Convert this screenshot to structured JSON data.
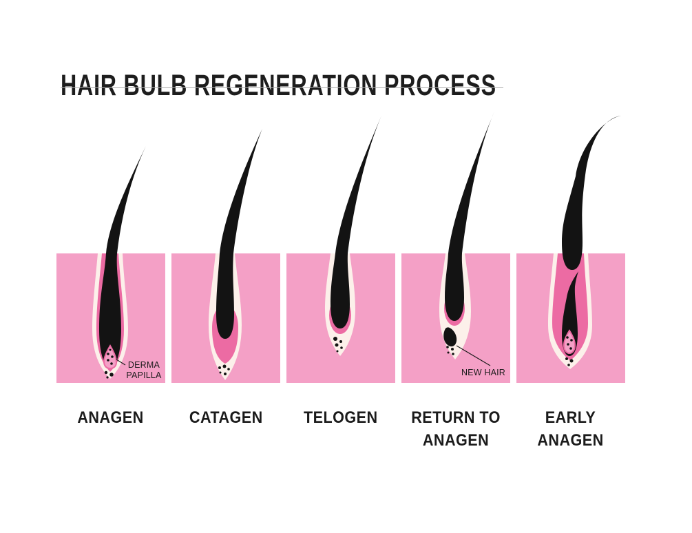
{
  "title": "HAIR BULB REGENERATION PROCESS",
  "colors": {
    "background": "#FFFFFF",
    "skin_pink": "#F4A0C6",
    "sheath_pink": "#EC6BA3",
    "cream": "#FCF0EA",
    "hair_black": "#131313",
    "text": "#1B1B1B",
    "divider_gray": "#ABABAB"
  },
  "stages": [
    {
      "id": "anagen",
      "label_lines": [
        "ANAGEN"
      ],
      "annotation_lines": [
        "DERMA",
        "PAPILLA"
      ]
    },
    {
      "id": "catagen",
      "label_lines": [
        "CATAGEN"
      ]
    },
    {
      "id": "telogen",
      "label_lines": [
        "TELOGEN"
      ]
    },
    {
      "id": "return-to-anagen",
      "label_lines": [
        "RETURN TO",
        "ANAGEN"
      ],
      "annotation_lines": [
        "NEW HAIR"
      ]
    },
    {
      "id": "early-anagen",
      "label_lines": [
        "EARLY",
        "ANAGEN"
      ]
    }
  ]
}
